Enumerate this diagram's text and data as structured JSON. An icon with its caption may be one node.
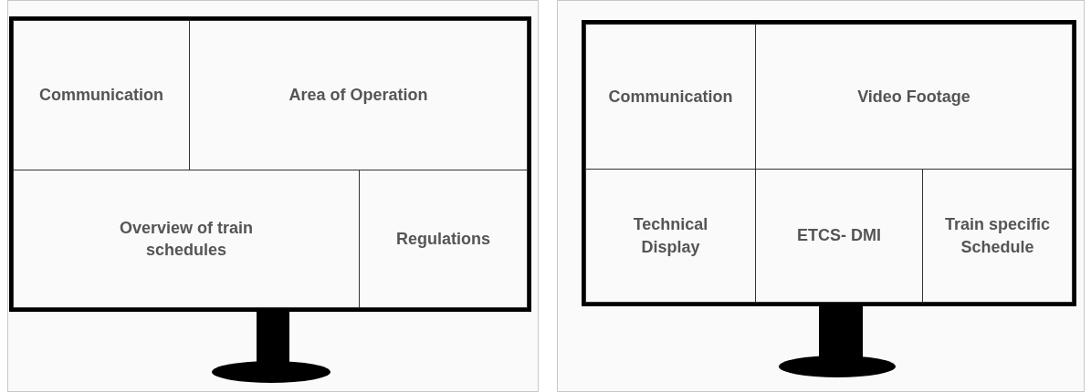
{
  "diagram": {
    "nodes": [
      {
        "text": [],
        "shape": "box"
      },
      {
        "text": [
          "Communication"
        ],
        "in": 0
      },
      {
        "text": [
          "Area of Operation"
        ],
        "in": 0
      },
      {
        "text": [
          "Overview of train schedules"
        ],
        "in": 0
      },
      {
        "text": [
          "Regulations"
        ],
        "in": 0
      },
      {
        "text": [],
        "shape": "box"
      },
      {
        "text": [
          "Communication"
        ],
        "in": 5
      },
      {
        "text": [
          "Video Footage"
        ],
        "in": 5
      },
      {
        "text": [
          "Technical Display"
        ],
        "in": 5
      },
      {
        "text": [
          "ETCS- DMI"
        ],
        "in": 5
      },
      {
        "text": [
          "Train specific Schedule"
        ],
        "in": 5
      }
    ],
    "edges": []
  }
}
